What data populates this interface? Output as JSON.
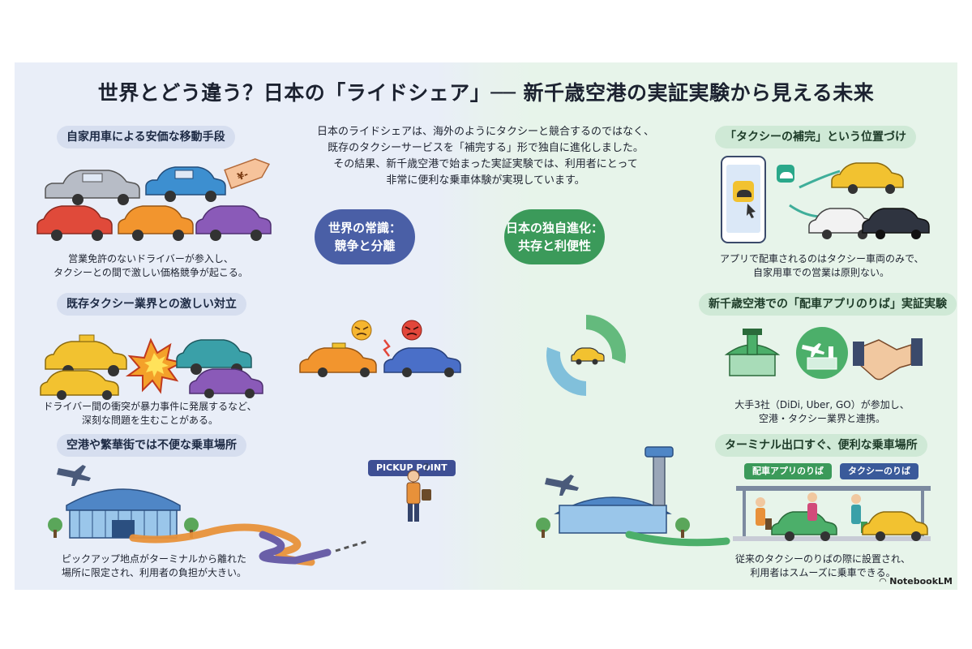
{
  "title": "世界とどう違う？日本の「ライドシェア」── 新千歳空港の実証実験から見える未来",
  "intro": {
    "lines": [
      "日本のライドシェアは、海外のようにタクシーと競合するのではなく、",
      "既存のタクシーサービスを「補完する」形で独自に進化しました。",
      "その結果、新千歳空港で始まった実証実験では、利用者にとって",
      "非常に便利な乗車体験が実現しています。"
    ]
  },
  "left": {
    "bubble": {
      "line1": "世界の常識：",
      "line2": "競争と分離"
    },
    "section1": {
      "heading": "自家用車による安価な移動手段",
      "price_tag": "¥-",
      "caption1": "営業免許のないドライバーが参入し、",
      "caption2": "タクシーとの間で激しい価格競争が起こる。"
    },
    "section2": {
      "heading": "既存タクシー業界との激しい対立",
      "caption1": "ドライバー間の衝突が暴力事件に発展するなど、",
      "caption2": "深刻な問題を生むことがある。"
    },
    "section3": {
      "heading": "空港や繁華街では不便な乗車場所",
      "pickup_label": "PICKUP POINT",
      "caption1": "ピックアップ地点がターミナルから離れた",
      "caption2": "場所に限定され、利用者の負担が大きい。"
    }
  },
  "right": {
    "bubble": {
      "line1": "日本の独自進化：",
      "line2": "共存と利便性"
    },
    "section1": {
      "heading": "「タクシーの補完」という位置づけ",
      "caption1": "アプリで配車されるのはタクシー車両のみで、",
      "caption2": "自家用車での営業は原則ない。"
    },
    "section2": {
      "heading": "新千歳空港での「配車アプリのりば」実証実験",
      "caption1": "大手3社（DiDi, Uber, GO）が参加し、",
      "caption2": "空港・タクシー業界と連携。"
    },
    "section3": {
      "heading": "ターミナル出口すぐ、便利な乗車場所",
      "app_stand": "配車アプリのりば",
      "taxi_stand": "タクシーのりば",
      "caption1": "従来のタクシーのりばの際に設置され、",
      "caption2": "利用者はスムーズに乗車できる。"
    }
  },
  "brand": "NotebookLM",
  "colors": {
    "left_bg": "#e9eef8",
    "right_bg": "#e7f4ea",
    "blue_bubble": "#4a5fa6",
    "green_bubble": "#3b9a5a",
    "taxi_yellow": "#f2c230",
    "road_orange": "#e8913a",
    "road_purple": "#6a5fa8",
    "road_green": "#4caf6a"
  },
  "icons": [
    "price-tag-icon",
    "crash-burst-icon",
    "angry-face-icon",
    "smartphone-icon",
    "taxi-app-icon",
    "taxi-icon",
    "airplane-icon",
    "control-tower-icon",
    "handshake-icon",
    "traveler-icon",
    "circular-arrows-icon"
  ]
}
